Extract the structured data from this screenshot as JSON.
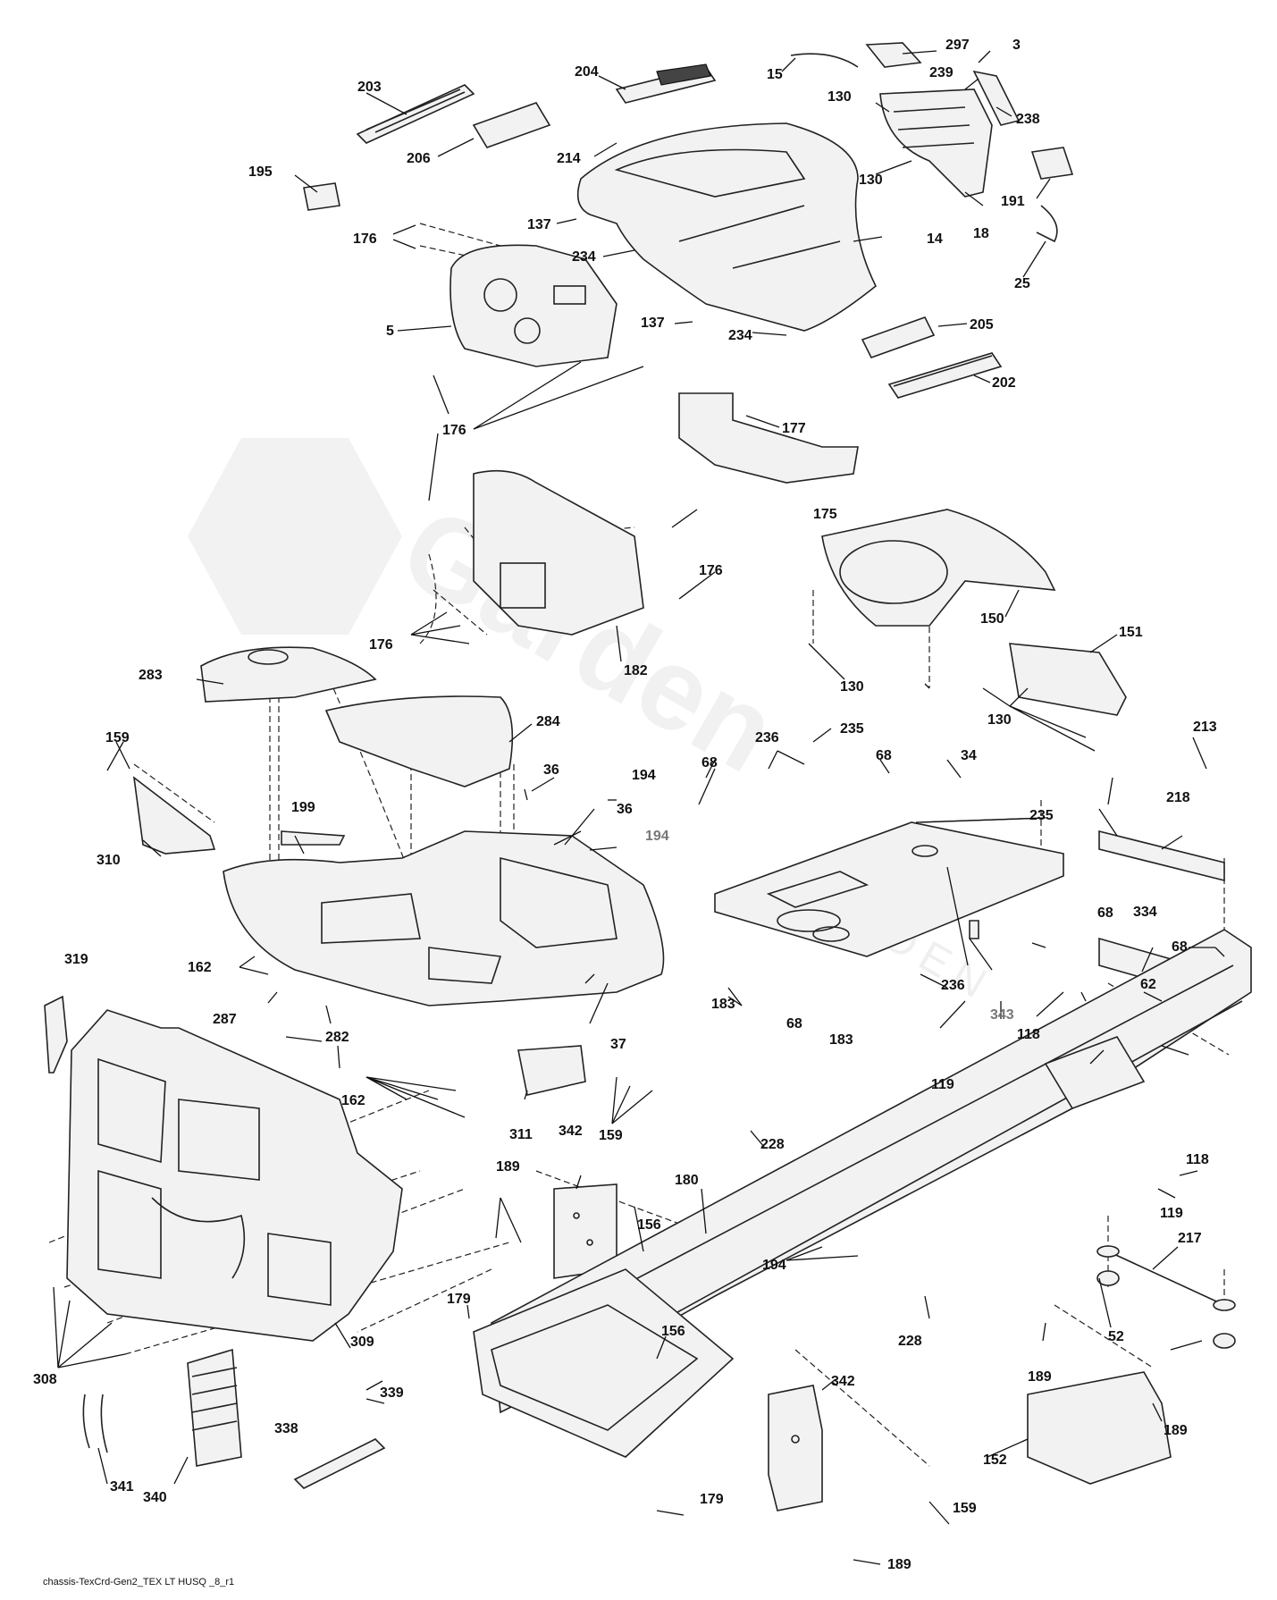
{
  "footer_text": "chassis-TexCrd-Gen2_TEX LT HUSQ _8_r1",
  "watermark": {
    "brand_text": "Garden",
    "sub_text": "GARDEN"
  },
  "callouts": [
    "3",
    "297",
    "15",
    "239",
    "204",
    "203",
    "130",
    "238",
    "214",
    "206",
    "195",
    "130",
    "191",
    "18",
    "137",
    "234",
    "176",
    "25",
    "14",
    "5",
    "137",
    "234",
    "205",
    "202",
    "176",
    "177",
    "175",
    "176",
    "150",
    "176",
    "182",
    "130",
    "151",
    "283",
    "130",
    "284",
    "235",
    "213",
    "236",
    "68",
    "34",
    "159",
    "68",
    "36",
    "194",
    "199",
    "36",
    "194",
    "235",
    "218",
    "310",
    "68",
    "236",
    "343",
    "334",
    "62",
    "68",
    "183",
    "68",
    "319",
    "162",
    "287",
    "282",
    "183",
    "118",
    "119",
    "162",
    "37",
    "311",
    "342",
    "159",
    "118",
    "119",
    "228",
    "189",
    "180",
    "156",
    "194",
    "217",
    "52",
    "228",
    "179",
    "156",
    "308",
    "309",
    "342",
    "189",
    "339",
    "338",
    "152",
    "189",
    "341",
    "340",
    "179",
    "159",
    "189"
  ]
}
